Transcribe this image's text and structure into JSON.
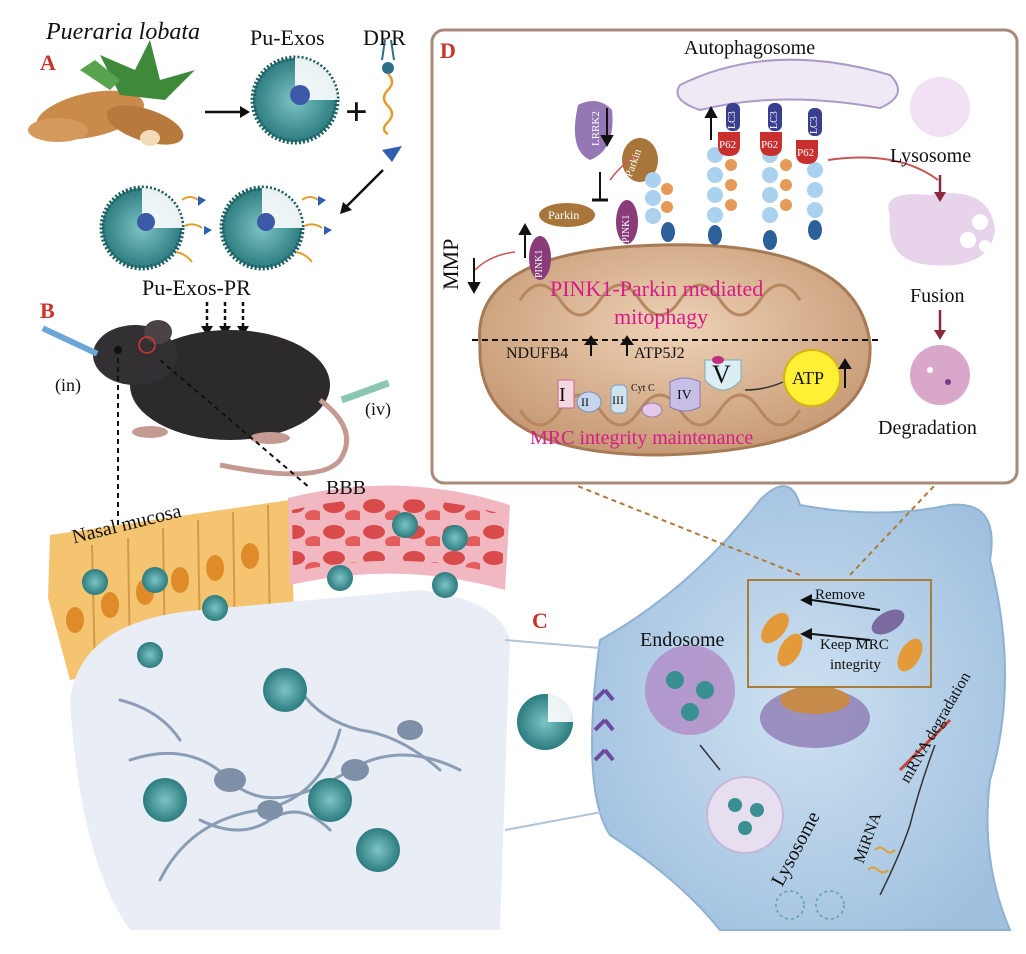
{
  "panels": {
    "a": "A",
    "b": "B",
    "c": "C",
    "d": "D"
  },
  "panel_a": {
    "plant": "Pueraria lobata",
    "exos": "Pu-Exos",
    "dpr": "DPR",
    "plus": "+",
    "product": "Pu-Exos-PR"
  },
  "panel_b": {
    "route_in": "(in)",
    "route_iv": "(iv)",
    "nasal": "Nasal mucosa",
    "bbb": "BBB"
  },
  "panel_c": {
    "endosome": "Endosome",
    "lysosome": "Lysosome",
    "mirna": "MiRNA",
    "mrna_deg": "mRNA degradation",
    "remove": "Remove",
    "keep_line1": "Keep MRC",
    "keep_line2": "integrity"
  },
  "panel_d": {
    "autophagosome": "Autophagosome",
    "lysosome": "Lysosome",
    "fusion": "Fusion",
    "degradation": "Degradation",
    "mmp": "MMP",
    "lrrk2": "LRRK2",
    "parkin": "Parkin",
    "pink1": "PINK1",
    "lc3": "LC3",
    "p62": "P62",
    "mitophagy_line1": "PINK1-Parkin mediated",
    "mitophagy_line2": "mitophagy",
    "ndufb4": "NDUFB4",
    "atp5j2": "ATP5J2",
    "cytc": "Cyt C",
    "c1": "I",
    "c2": "II",
    "c3": "III",
    "c4": "IV",
    "c5": "V",
    "atp": "ATP",
    "mrc": "MRC integrity maintenance"
  },
  "colors": {
    "exosome": "#3a8f93",
    "mito": "#d9b596",
    "panel_border": "#a88a7a",
    "label_red": "#c8352b",
    "label_pink": "#d81b8c",
    "brain": "#e9eef6",
    "cell": "#b9d3ea"
  }
}
